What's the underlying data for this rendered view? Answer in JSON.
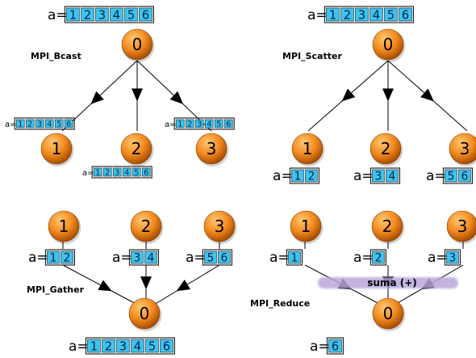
{
  "panels": {
    "bcast": {
      "title": "MPI_Bcast",
      "root": {
        "rank": "0",
        "var": "a=",
        "values": [
          "1",
          "2",
          "3",
          "4",
          "5",
          "6"
        ]
      },
      "children": [
        {
          "rank": "1",
          "var": "a=",
          "values": [
            "1",
            "2",
            "3",
            "4",
            "5",
            "6"
          ]
        },
        {
          "rank": "2",
          "var": "a=",
          "values": [
            "1",
            "2",
            "3",
            "4",
            "5",
            "6"
          ]
        },
        {
          "rank": "3",
          "var": "a=",
          "values": [
            "1",
            "2",
            "3",
            "4",
            "5",
            "6"
          ]
        }
      ]
    },
    "scatter": {
      "title": "MPI_Scatter",
      "root": {
        "rank": "0",
        "var": "a=",
        "values": [
          "1",
          "2",
          "3",
          "4",
          "5",
          "6"
        ]
      },
      "children": [
        {
          "rank": "1",
          "var": "a=",
          "values": [
            "1",
            "2"
          ]
        },
        {
          "rank": "2",
          "var": "a=",
          "values": [
            "3",
            "4"
          ]
        },
        {
          "rank": "3",
          "var": "a=",
          "values": [
            "5",
            "6"
          ]
        }
      ]
    },
    "gather": {
      "title": "MPI_Gather",
      "root": {
        "rank": "0",
        "var": "a=",
        "values": [
          "1",
          "2",
          "3",
          "4",
          "5",
          "6"
        ]
      },
      "children": [
        {
          "rank": "1",
          "var": "a=",
          "values": [
            "1",
            "2"
          ]
        },
        {
          "rank": "2",
          "var": "a=",
          "values": [
            "3",
            "4"
          ]
        },
        {
          "rank": "3",
          "var": "a=",
          "values": [
            "5",
            "6"
          ]
        }
      ]
    },
    "reduce": {
      "title": "MPI_Reduce",
      "operation": "suma (+)",
      "root": {
        "rank": "0",
        "var": "a=",
        "values": [
          "6"
        ]
      },
      "children": [
        {
          "rank": "1",
          "var": "a=",
          "values": [
            "1"
          ]
        },
        {
          "rank": "2",
          "var": "a=",
          "values": [
            "2"
          ]
        },
        {
          "rank": "3",
          "var": "a=",
          "values": [
            "3"
          ]
        }
      ]
    }
  },
  "colors": {
    "cell_fill": "#3fc3ee",
    "cell_border": "#1a1a1a",
    "node_light": "#ffc870",
    "node_mid": "#f28a1f",
    "node_dark": "#a34a00",
    "operation_band": "#b9a6da",
    "edge": "#000000"
  }
}
